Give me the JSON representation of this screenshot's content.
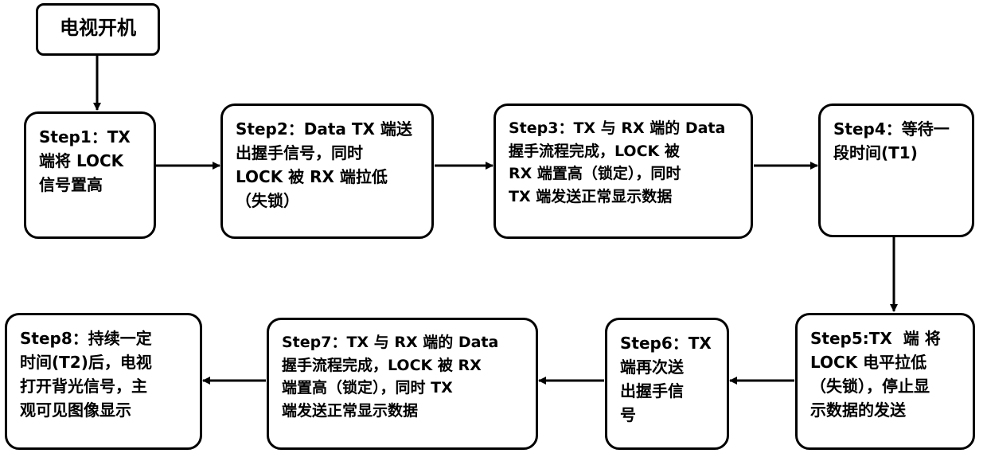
{
  "start": "电视开机",
  "steps": [
    "Step1：TX\n端将 LOCK\n信号置高",
    "Step2：Data TX 端送\n出握手信号，同时\nLOCK 被 RX 端拉低\n（失锁）",
    "Step3：TX 与 RX 端的 Data\n握手流程完成，LOCK 被\nRX 端置高（锁定），同时\nTX 端发送正常显示数据",
    "Step4：等待一\n段时间(T1)",
    "Step5:TX  端 将\nLOCK 电平拉低\n（失锁），停止显\n示数据的发送",
    "Step6：TX\n端再次送\n出握手信\n号",
    "Step7：TX 与 RX 端的 Data\n握手流程完成，LOCK 被 RX\n端置高（锁定），同时 TX\n端发送正常显示数据",
    "Step8：持续一定\n时间(T2)后，电视\n打开背光信号，主\n观可见图像显示"
  ]
}
